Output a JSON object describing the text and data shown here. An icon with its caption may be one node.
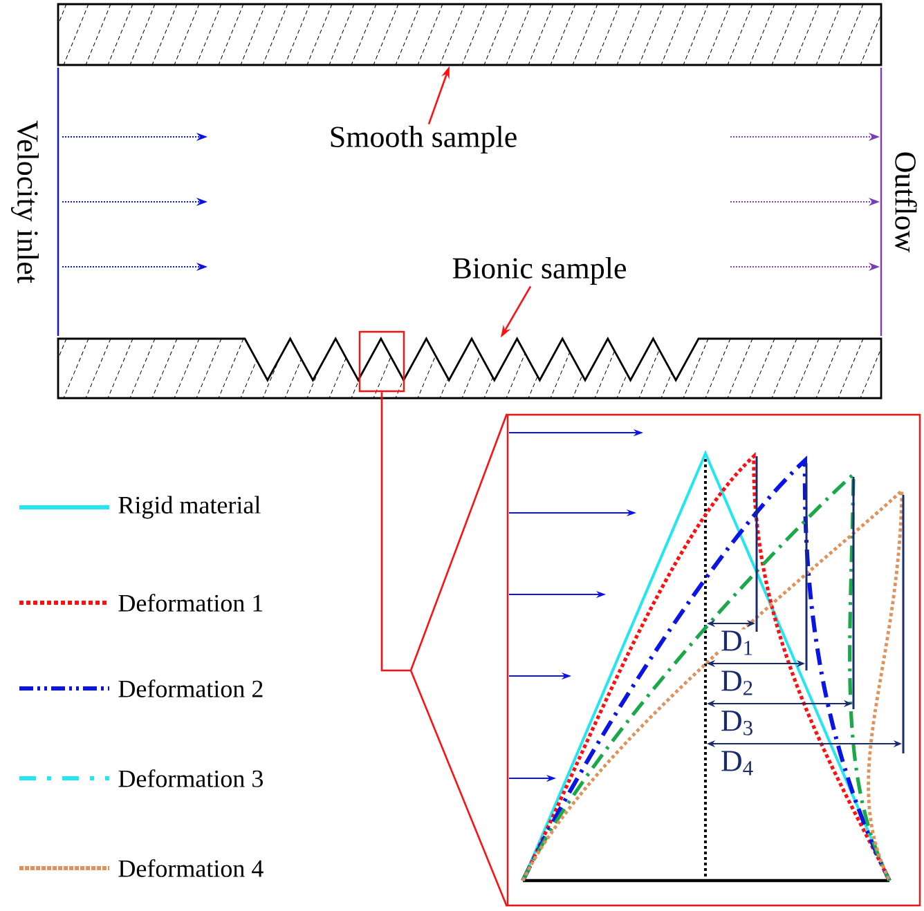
{
  "diagram": {
    "nodes": [
      {
        "text": [],
        "shape": "box"
      },
      {
        "text": [
          "Smooth sample"
        ]
      },
      {
        "text": [],
        "shape": "box"
      },
      {
        "text": [
          "Bionic sample"
        ]
      },
      {
        "text": [],
        "shape": "box"
      },
      {
        "text": [],
        "shape": "box"
      },
      {
        "text": [
          "Velocity inlet"
        ]
      },
      {
        "text": [
          "Outflow"
        ]
      }
    ],
    "edges": [
      {
        "from": 1,
        "to": 0,
        "arrow": "to"
      },
      {
        "from": 3,
        "to": 2,
        "arrow": "to"
      },
      {
        "from": 4,
        "to": 5,
        "arrow": "none"
      }
    ],
    "labels": [
      "D$_{1}$",
      "D$_{2}$",
      "D$_{3}$",
      "D$_{4}$"
    ],
    "legend": [
      {
        "text": "Rigid material"
      },
      {
        "text": "Deformation 1"
      },
      {
        "text": "Deformation 2"
      },
      {
        "text": "Deformation 3"
      },
      {
        "text": "Deformation 4"
      }
    ]
  }
}
